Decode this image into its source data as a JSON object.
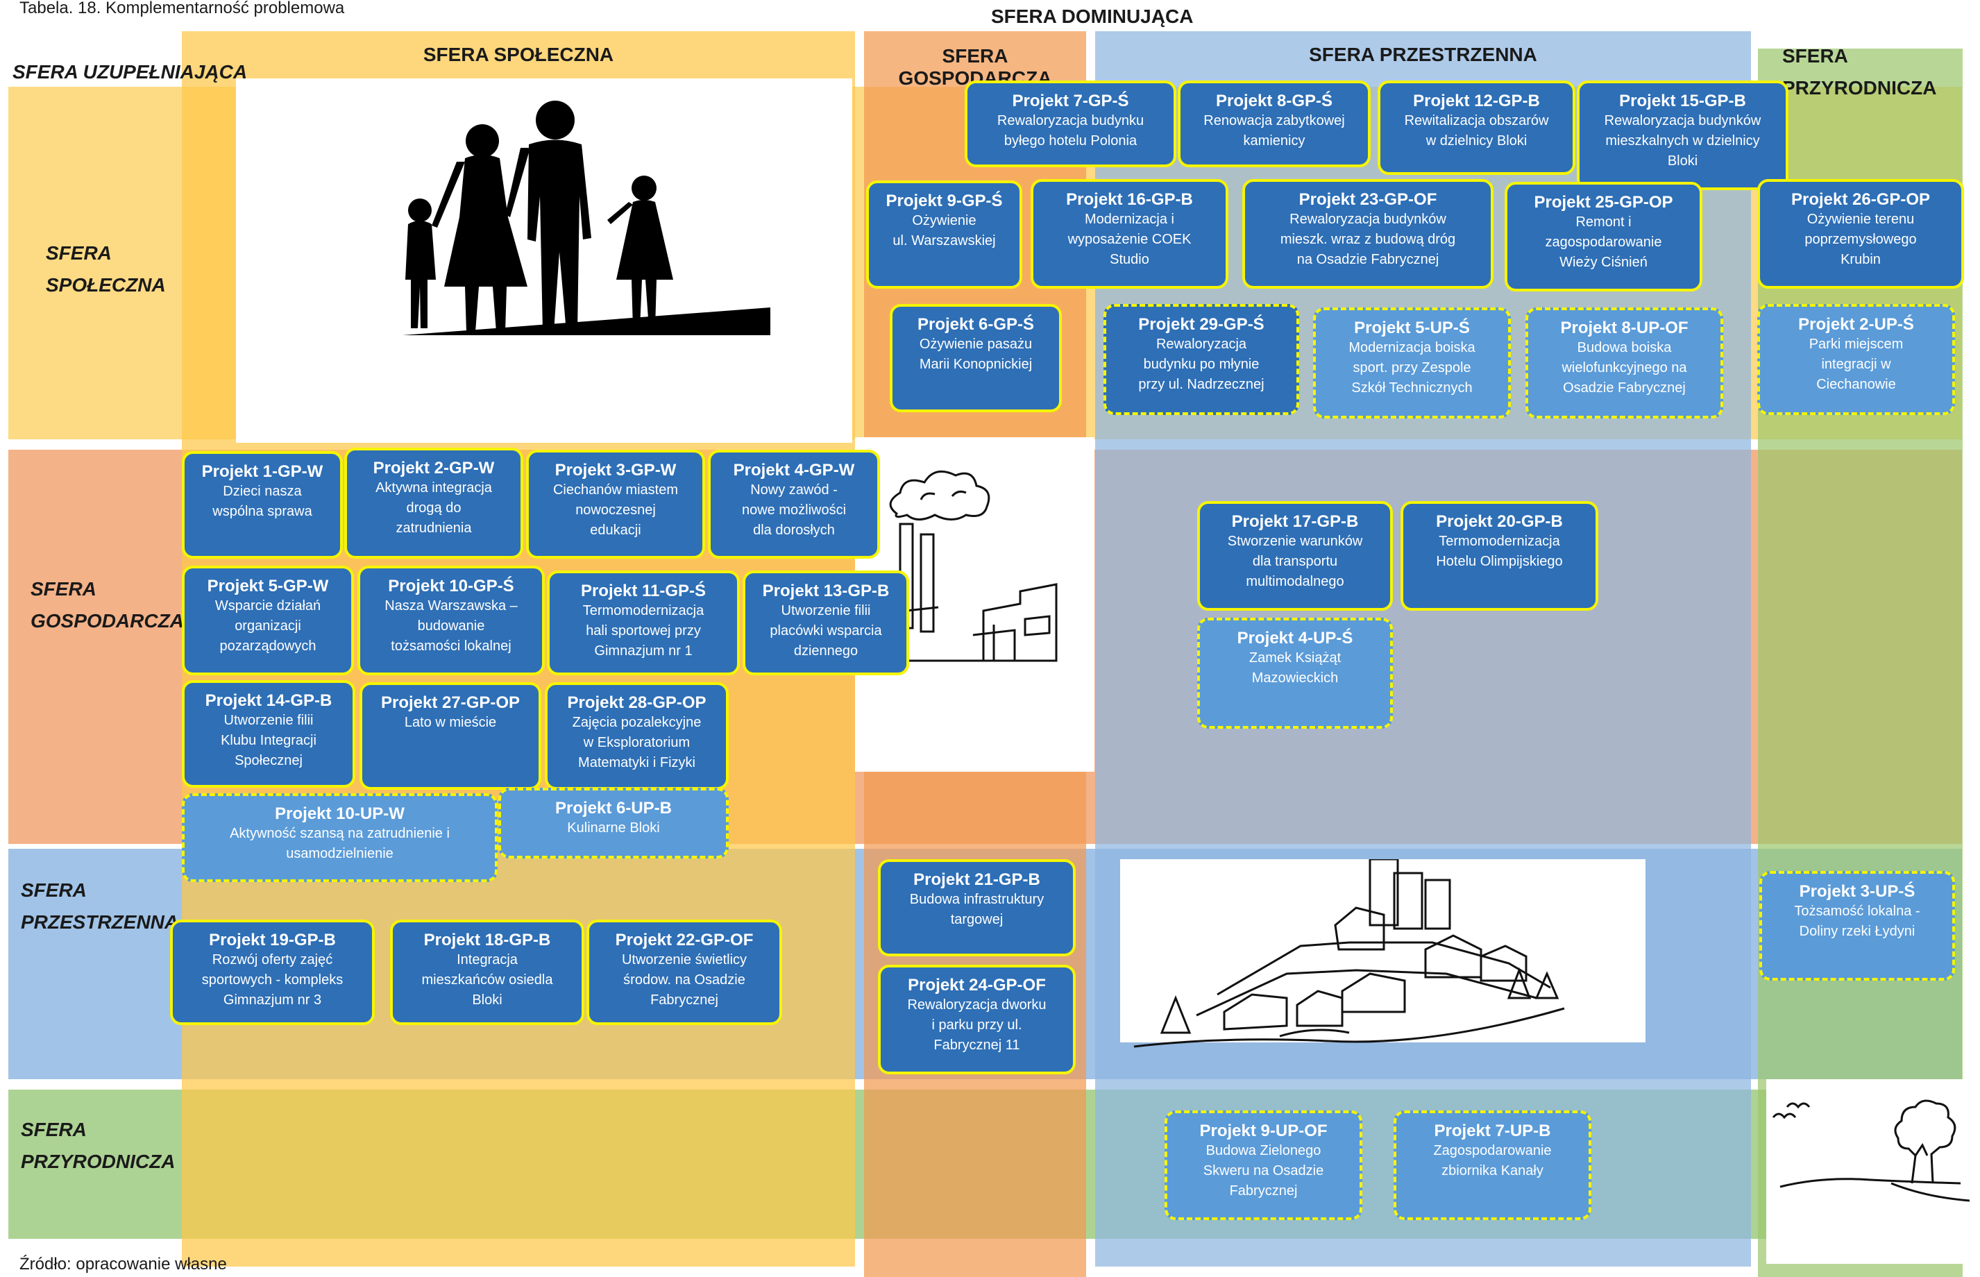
{
  "caption": "Tabela. 18. Komplementarność problemowa",
  "header_dominant": "SFERA DOMINUJĄCA",
  "header_complementary": "SFERA UZUPEŁNIAJĄCA",
  "columns": [
    {
      "label": "SFERA SPOŁECZNA",
      "color": "#fdc84a"
    },
    {
      "label": "SFERA GOSPODARCZA",
      "color": "#f39a52"
    },
    {
      "label": "SFERA PRZESTRZENNA",
      "color": "#8fb6e0"
    },
    {
      "label": "SFERA PRZYRODNICZA",
      "color": "#9dc86e"
    }
  ],
  "rows": [
    {
      "label": "SFERA\nSPOŁECZNA",
      "color": "#fdc84a"
    },
    {
      "label": "SFERA\nGOSPODARCZA",
      "color": "#f3aa7c"
    },
    {
      "label": "SFERA\nPRZESTRZENNA",
      "color": "#9cc0e6"
    },
    {
      "label": "SFERA\nPRZYRODNICZA",
      "color": "#a9d18e"
    }
  ],
  "projects": [
    {
      "id": "p7gps",
      "title": "Projekt 7-GP-Ś",
      "desc": "Rewaloryzacja  budynku\nbyłego hotelu Polonia",
      "type": "GP"
    },
    {
      "id": "p8gps",
      "title": "Projekt 8-GP-Ś",
      "desc": "Renowacja zabytkowej\nkamienicy",
      "type": "GP"
    },
    {
      "id": "p12gpb",
      "title": "Projekt 12-GP-B",
      "desc": "Rewitalizacja obszarów\nw dzielnicy Bloki",
      "type": "GP"
    },
    {
      "id": "p15gpb",
      "title": "Projekt 15-GP-B",
      "desc": "Rewaloryzacja budynków\nmieszkalnych w dzielnicy\nBloki",
      "type": "GP"
    },
    {
      "id": "p9gps",
      "title": "Projekt 9-GP-Ś",
      "desc": "Ożywienie\nul. Warszawskiej",
      "type": "GP"
    },
    {
      "id": "p16gpb",
      "title": "Projekt 16-GP-B",
      "desc": "Modernizacja i\nwyposażenie COEK\nStudio",
      "type": "GP"
    },
    {
      "id": "p23gpof",
      "title": "Projekt 23-GP-OF",
      "desc": "Rewaloryzacja budynków\nmieszk. wraz z budową dróg\nna Osadzie Fabrycznej",
      "type": "GP"
    },
    {
      "id": "p25gpop",
      "title": "Projekt 25-GP-OP",
      "desc": "Remont i\nzagospodarowanie\nWieży Ciśnień",
      "type": "GP"
    },
    {
      "id": "p26gpop",
      "title": "Projekt 26-GP-OP",
      "desc": "Ożywienie terenu\npoprzemysłowego\nKrubin",
      "type": "GP"
    },
    {
      "id": "p6gps",
      "title": "Projekt 6-GP-Ś",
      "desc": "Ożywienie pasażu\nMarii Konopnickiej",
      "type": "GP"
    },
    {
      "id": "p29gps",
      "title": "Projekt 29-GP-Ś",
      "desc": "Rewaloryzacja\nbudynku po młynie\nprzy ul. Nadrzecznej",
      "type": "GP-dashed"
    },
    {
      "id": "p5ups",
      "title": "Projekt 5-UP-Ś",
      "desc": "Modernizacja boiska\nsport. przy Zespole\nSzkół Technicznych",
      "type": "UP"
    },
    {
      "id": "p8upof",
      "title": "Projekt 8-UP-OF",
      "desc": "Budowa boiska\nwielofunkcyjnego na\nOsadzie Fabrycznej",
      "type": "UP"
    },
    {
      "id": "p2ups",
      "title": "Projekt 2-UP-Ś",
      "desc": "Parki miejscem\nintegracji w\nCiechanowie",
      "type": "UP"
    },
    {
      "id": "p1gpw",
      "title": "Projekt 1-GP-W",
      "desc": "Dzieci nasza\nwspólna sprawa",
      "type": "GP"
    },
    {
      "id": "p2gpw",
      "title": "Projekt 2-GP-W",
      "desc": "Aktywna integracja\ndrogą do\nzatrudnienia",
      "type": "GP"
    },
    {
      "id": "p3gpw",
      "title": "Projekt 3-GP-W",
      "desc": "Ciechanów miastem\nnowoczesnej\nedukacji",
      "type": "GP"
    },
    {
      "id": "p4gpw",
      "title": "Projekt 4-GP-W",
      "desc": "Nowy zawód -\nnowe możliwości\ndla dorosłych",
      "type": "GP"
    },
    {
      "id": "p5gpw",
      "title": "Projekt 5-GP-W",
      "desc": "Wsparcie działań\norganizacji\npozarządowych",
      "type": "GP"
    },
    {
      "id": "p10gps",
      "title": "Projekt 10-GP-Ś",
      "desc": "Nasza Warszawska –\nbudowanie\ntożsamości lokalnej",
      "type": "GP"
    },
    {
      "id": "p11gps",
      "title": "Projekt 11-GP-Ś",
      "desc": "Termomodernizacja\nhali sportowej przy\nGimnazjum nr 1",
      "type": "GP"
    },
    {
      "id": "p13gpb",
      "title": "Projekt 13-GP-B",
      "desc": "Utworzenie filii\nplacówki wsparcia\ndziennego",
      "type": "GP"
    },
    {
      "id": "p14gpb",
      "title": "Projekt 14-GP-B",
      "desc": "Utworzenie filii\nKlubu Integracji\nSpołecznej",
      "type": "GP"
    },
    {
      "id": "p27gpop",
      "title": "Projekt 27-GP-OP",
      "desc": "Lato w mieście",
      "type": "GP"
    },
    {
      "id": "p28gpop",
      "title": "Projekt 28-GP-OP",
      "desc": "Zajęcia pozalekcyjne\nw Eksploratorium\nMatematyki i Fizyki",
      "type": "GP"
    },
    {
      "id": "p10upw",
      "title": "Projekt 10-UP-W",
      "desc": "Aktywność szansą na zatrudnienie i\nusamodzielnienie",
      "type": "UP"
    },
    {
      "id": "p6upb",
      "title": "Projekt 6-UP-B",
      "desc": "Kulinarne Bloki",
      "type": "UP"
    },
    {
      "id": "p17gpb",
      "title": "Projekt 17-GP-B",
      "desc": "Stworzenie warunków\ndla  transportu\nmultimodalnego",
      "type": "GP"
    },
    {
      "id": "p20gpb",
      "title": "Projekt 20-GP-B",
      "desc": "Termomodernizacja\nHotelu Olimpijskiego",
      "type": "GP"
    },
    {
      "id": "p4ups",
      "title": "Projekt 4-UP-Ś",
      "desc": "Zamek Książąt\nMazowieckich",
      "type": "UP"
    },
    {
      "id": "p21gpb",
      "title": "Projekt 21-GP-B",
      "desc": "Budowa infrastruktury\ntargowej",
      "type": "GP"
    },
    {
      "id": "p24gpof",
      "title": "Projekt 24-GP-OF",
      "desc": "Rewaloryzacja dworku\ni parku przy ul.\nFabrycznej 11",
      "type": "GP"
    },
    {
      "id": "p3ups",
      "title": "Projekt 3-UP-Ś",
      "desc": "Tożsamość lokalna -\nDoliny rzeki Łydyni",
      "type": "UP"
    },
    {
      "id": "p19gpb",
      "title": "Projekt 19-GP-B",
      "desc": "Rozwój oferty zajęć\nsportowych - kompleks\nGimnazjum nr 3",
      "type": "GP"
    },
    {
      "id": "p18gpb",
      "title": "Projekt 18-GP-B",
      "desc": "Integracja\nmieszkańców osiedla\nBloki",
      "type": "GP"
    },
    {
      "id": "p22gpof",
      "title": "Projekt 22-GP-OF",
      "desc": "Utworzenie świetlicy\nśrodow. na Osadzie\nFabrycznej",
      "type": "GP"
    },
    {
      "id": "p9upof",
      "title": "Projekt 9-UP-OF",
      "desc": "Budowa Zielonego\nSkweru na Osadzie\nFabrycznej",
      "type": "UP"
    },
    {
      "id": "p7upb",
      "title": "Projekt 7-UP-B",
      "desc": "Zagospodarowanie\nzbiornika Kanały",
      "type": "UP"
    }
  ],
  "source_note": "Źródło: opracowanie własne",
  "illustrations": [
    "family-silhouette-icon",
    "factory-icon",
    "town-sketch-icon",
    "tree-birds-icon"
  ]
}
